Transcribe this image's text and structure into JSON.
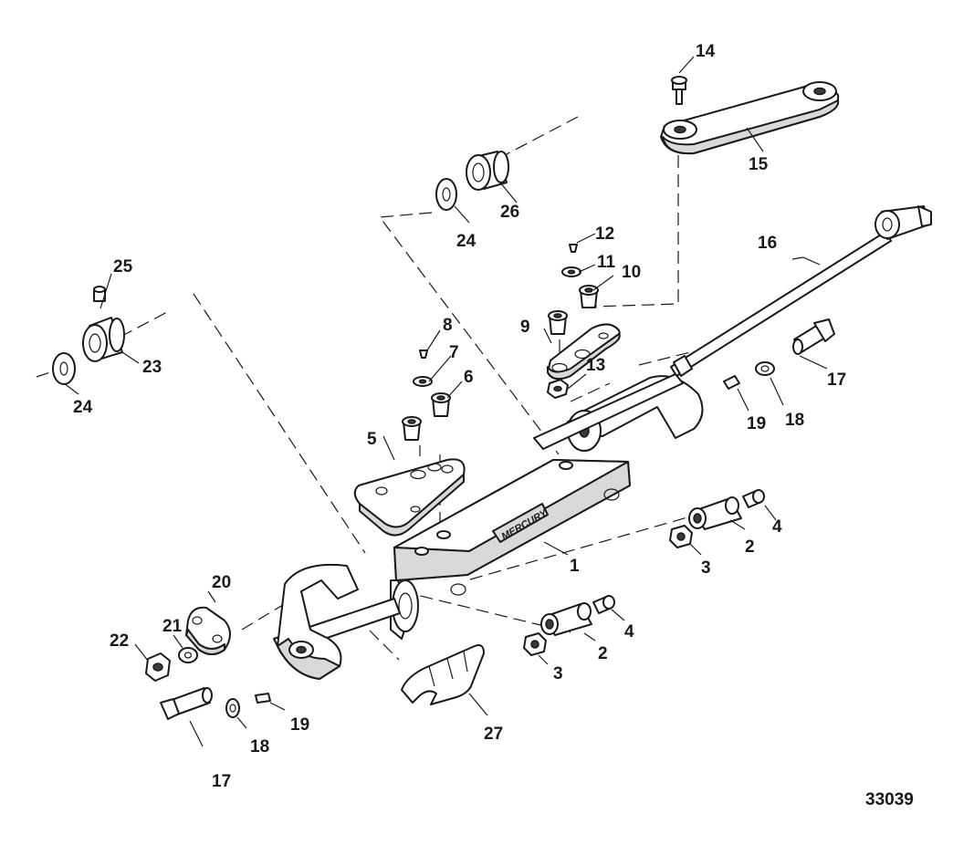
{
  "diagram": {
    "figure_number": "33039",
    "logo_text": "MERCURY",
    "callouts": [
      "1",
      "2",
      "3",
      "4",
      "5",
      "6",
      "7",
      "8",
      "9",
      "10",
      "11",
      "12",
      "13",
      "14",
      "15",
      "16",
      "17",
      "18",
      "19",
      "20",
      "21",
      "22",
      "23",
      "24",
      "25",
      "26",
      "27"
    ]
  }
}
